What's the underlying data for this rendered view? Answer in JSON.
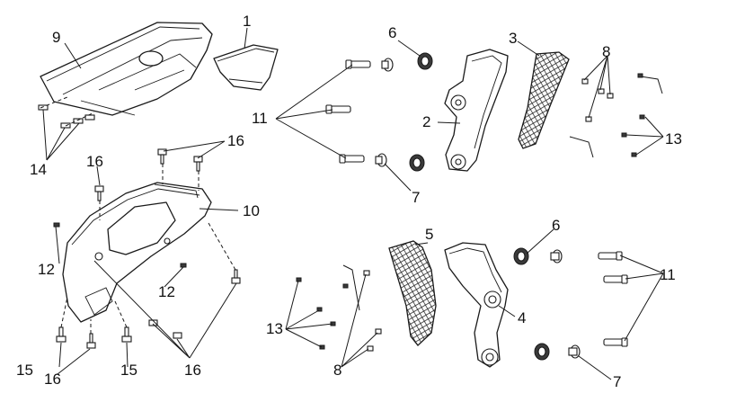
{
  "callouts": {
    "c1": "1",
    "c2": "2",
    "c3": "3",
    "c4": "4",
    "c5": "5",
    "c6a": "6",
    "c6b": "6",
    "c7a": "7",
    "c7b": "7",
    "c8a": "8",
    "c8b": "8",
    "c9": "9",
    "c10": "10",
    "c11a": "11",
    "c11b": "11",
    "c12a": "12",
    "c12b": "12",
    "c13a": "13",
    "c13b": "13",
    "c14": "14",
    "c15a": "15",
    "c15b": "15",
    "c16a": "16",
    "c16b": "16",
    "c16c": "16",
    "c16d": "16"
  }
}
